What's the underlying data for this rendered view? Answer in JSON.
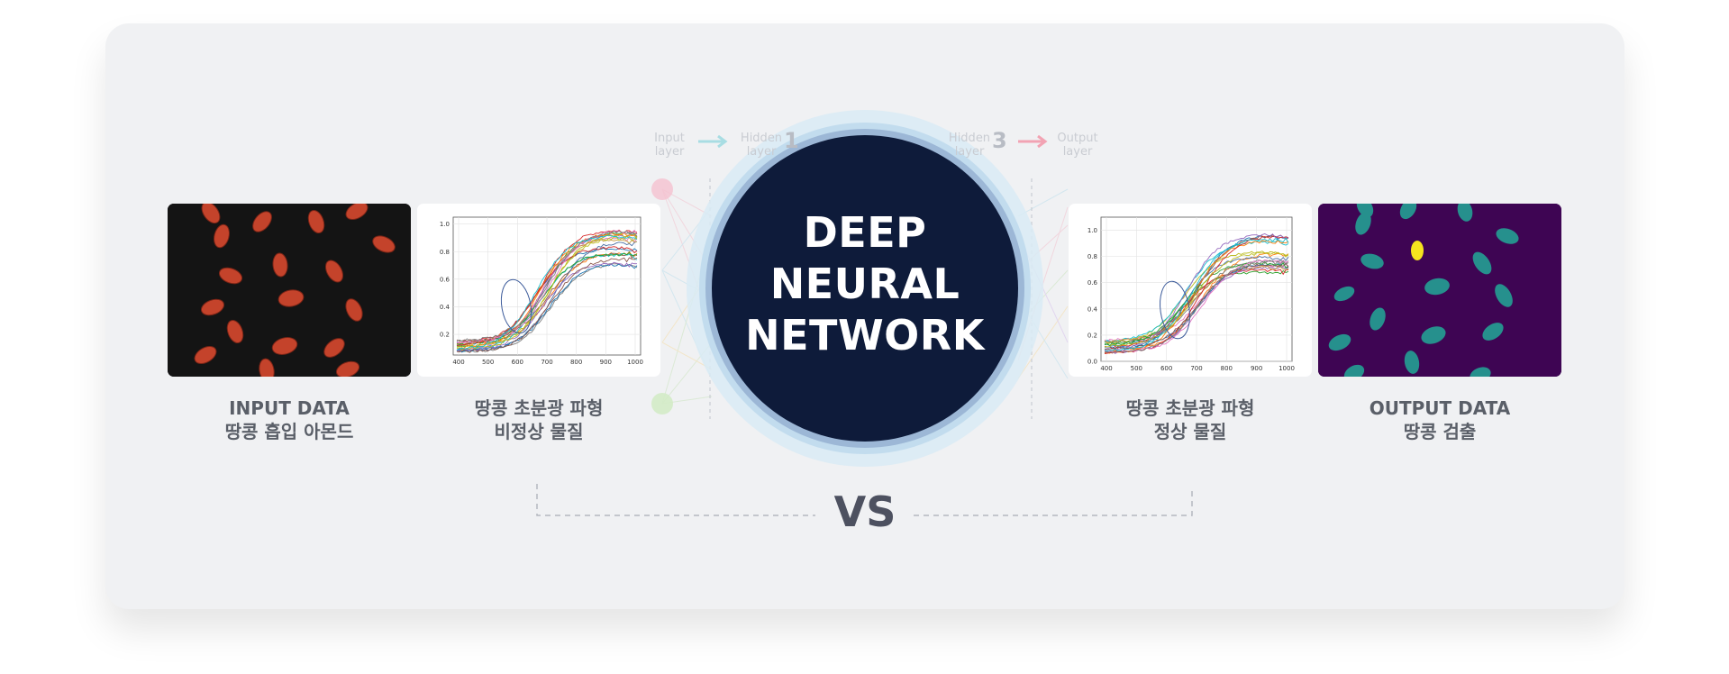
{
  "network": {
    "title_lines": [
      "DEEP",
      "NEURAL",
      "NETWORK"
    ],
    "layers": {
      "input_label": "Input\nlayer",
      "hidden1_label": "Hidden\nlayer",
      "hidden1_num": "1",
      "hidden3_label": "Hidden\nlayer",
      "hidden3_num": "3",
      "output_label": "Output\nlayer"
    }
  },
  "panels": {
    "input": {
      "line1": "INPUT DATA",
      "line2": "땅콩 흡입 아몬드"
    },
    "abnormal": {
      "line1": "땅콩 초분광 파형",
      "line2": "비정상 물질",
      "x_ticks": [
        "400",
        "500",
        "600",
        "700",
        "800",
        "900",
        "1000"
      ],
      "y_ticks": [
        "0.2",
        "0.4",
        "0.6",
        "0.8",
        "1.0"
      ]
    },
    "normal": {
      "line1": "땅콩 초분광 파형",
      "line2": "정상 물질",
      "x_ticks": [
        "400",
        "500",
        "600",
        "700",
        "800",
        "900",
        "1000"
      ],
      "y_ticks": [
        "0.0",
        "0.2",
        "0.4",
        "0.6",
        "0.8",
        "1.0"
      ]
    },
    "output": {
      "line1": "OUTPUT DATA",
      "line2": "땅콩 검출"
    }
  },
  "comparison": {
    "label": "VS"
  },
  "colors": {
    "card": "#f0f1f3",
    "circle": "#0e1b3a",
    "caption": "#5a5f68",
    "almond": "#c4432b",
    "output_bg": "#3e0553",
    "output_seed": "#26908d",
    "output_highlight": "#f5e41e"
  }
}
